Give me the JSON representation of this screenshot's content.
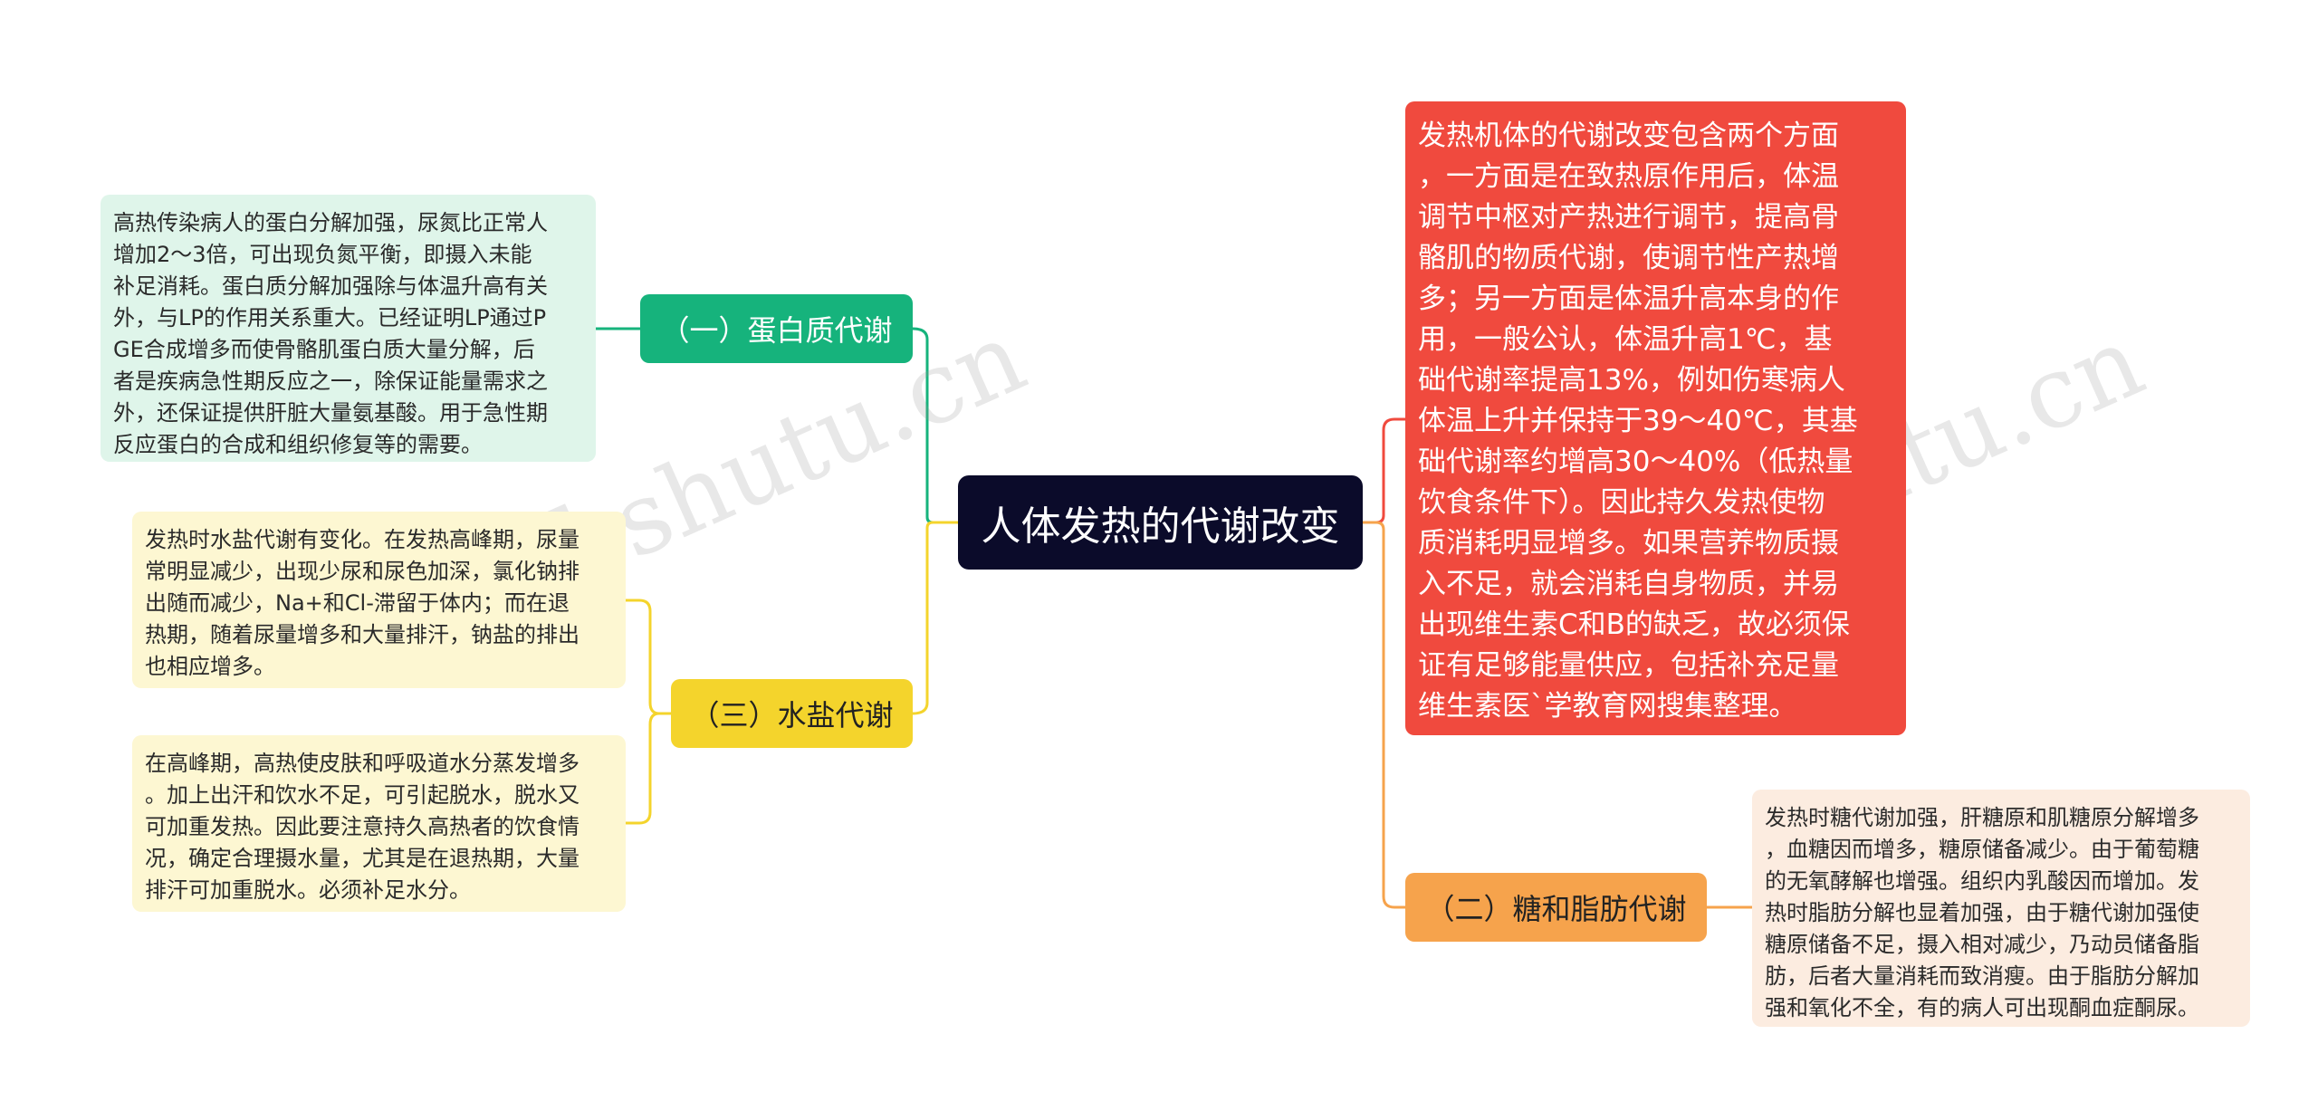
{
  "root": {
    "label": "人体发热的代谢改变"
  },
  "branches": {
    "protein": {
      "label": "（一）蛋白质代谢",
      "color": "#16b37c"
    },
    "water": {
      "label": "（三）水盐代谢",
      "color": "#f4d42c"
    },
    "sugar": {
      "label": "（二）糖和脂肪代谢",
      "color": "#f6a34c"
    },
    "main": {
      "color": "#f04a3e"
    }
  },
  "leaves": {
    "protein": "高热传染病人的蛋白分解加强，尿氮比正常人\n增加2～3倍，可出现负氮平衡，即摄入未能\n补足消耗。蛋白质分解加强除与体温升高有关\n外，与LP的作用关系重大。已经证明LP通过P\nGE合成增多而使骨骼肌蛋白质大量分解，后\n者是疾病急性期反应之一，除保证能量需求之\n外，还保证提供肝脏大量氨基酸。用于急性期\n反应蛋白的合成和组织修复等的需要。",
    "water1": "发热时水盐代谢有变化。在发热高峰期，尿量\n常明显减少，出现少尿和尿色加深，氯化钠排\n出随而减少，Na+和Cl-滞留于体内；而在退\n热期，随着尿量增多和大量排汗，钠盐的排出\n也相应增多。",
    "water2": "在高峰期，高热使皮肤和呼吸道水分蒸发增多\n。加上出汗和饮水不足，可引起脱水，脱水又\n可加重发热。因此要注意持久高热者的饮食情\n况，确定合理摄水量，尤其是在退热期，大量\n排汗可加重脱水。必须补足水分。",
    "sugar": "发热时糖代谢加强，肝糖原和肌糖原分解增多\n，血糖因而增多，糖原储备减少。由于葡萄糖\n的无氧酵解也增强。组织内乳酸因而增加。发\n热时脂肪分解也显着加强，由于糖代谢加强使\n糖原储备不足，摄入相对减少，乃动员储备脂\n肪，后者大量消耗而致消瘦。由于脂肪分解加\n强和氧化不全，有的病人可出现酮血症酮尿。",
    "main": "发热机体的代谢改变包含两个方面\n，一方面是在致热原作用后，体温\n调节中枢对产热进行调节，提高骨\n骼肌的物质代谢，使调节性产热增\n多；另一方面是体温升高本身的作\n用，一般公认，体温升高1℃，基\n础代谢率提高13%，例如伤寒病人\n体温上升并保持于39～40℃，其基\n础代谢率约增高30～40%（低热量\n饮食条件下）。因此持久发热使物\n质消耗明显增多。如果营养物质摄\n入不足，就会消耗自身物质，并易\n出现维生素C和B的缺乏，故必须保\n证有足够能量供应，包括补充足量\n维生素医`学教育网搜集整理。"
  },
  "watermarks": [
    "树图 shutu.cn",
    "树图 shutu.cn"
  ]
}
